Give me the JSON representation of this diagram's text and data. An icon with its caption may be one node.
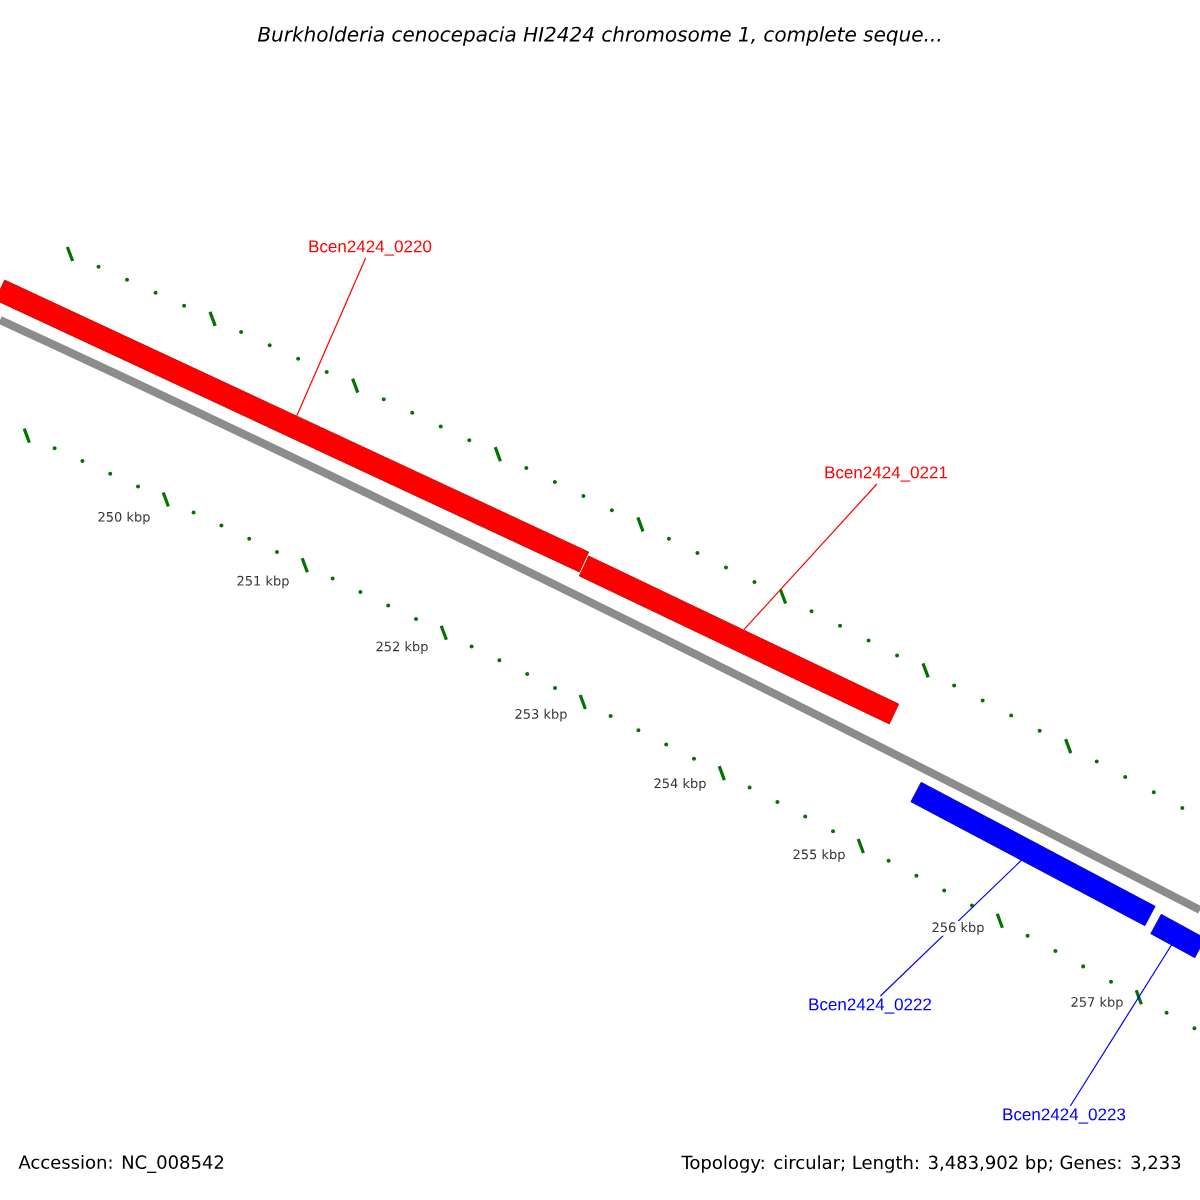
{
  "diagram": {
    "title": "Burkholderia cenocepacia HI2424 chromosome 1, complete seque...",
    "nodes": [
      {
        "text": [
          "Bcen2424_0220"
        ]
      },
      {
        "text": [],
        "shape": "bar"
      },
      {
        "text": [
          "Bcen2424_0221"
        ]
      },
      {
        "text": [],
        "shape": "bar"
      },
      {
        "text": [],
        "shape": "bar"
      },
      {
        "text": [
          "Bcen2424_0222"
        ]
      },
      {
        "text": [],
        "shape": "bar"
      },
      {
        "text": [
          "Bcen2424_0223"
        ]
      }
    ],
    "edges": [
      {
        "from": 0,
        "to": 1,
        "arrow": "none",
        "color": "#ff0000"
      },
      {
        "from": 2,
        "to": 3,
        "arrow": "none",
        "color": "#ff0000"
      },
      {
        "from": 5,
        "to": 4,
        "arrow": "none",
        "color": "#0000ff"
      },
      {
        "from": 7,
        "to": 6,
        "arrow": "none",
        "color": "#0000ff"
      }
    ],
    "labels": [
      "250 kbp",
      "251 kbp",
      "252 kbp",
      "253 kbp",
      "254 kbp",
      "255 kbp",
      "256 kbp",
      "257 kbp",
      "Accession: NC_008542",
      "Topology: circular; Length: 3,483,902 bp; Genes: 3,233"
    ]
  }
}
